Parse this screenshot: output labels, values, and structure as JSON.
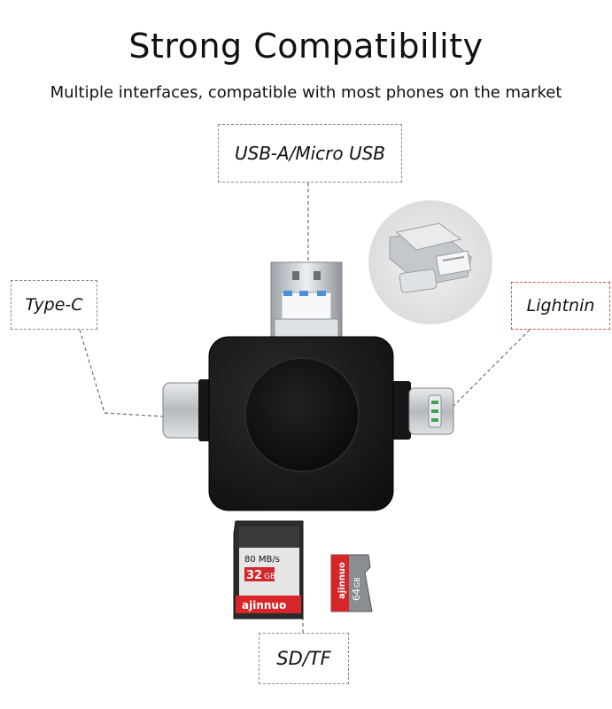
{
  "header": {
    "title": "Strong Compatibility",
    "subtitle": "Multiple interfaces, compatible with most phones on the market"
  },
  "labels": {
    "usb": "USB-A/Micro USB",
    "typec": "Type-C",
    "lightning": "Lightnin",
    "sdtf": "SD/TF"
  },
  "cards": {
    "sd": {
      "speed": "80 MB/s",
      "capacity": "32",
      "unit": "GB",
      "brand": "ajinnuo"
    },
    "tf": {
      "capacity": "64",
      "unit": "GB",
      "brand": "ajinnuo"
    }
  },
  "colors": {
    "device_body": "#1b1b1b",
    "metal": "#c9ccd0",
    "card_red": "#d6262a",
    "usb_blue": "#2a7fd0"
  }
}
